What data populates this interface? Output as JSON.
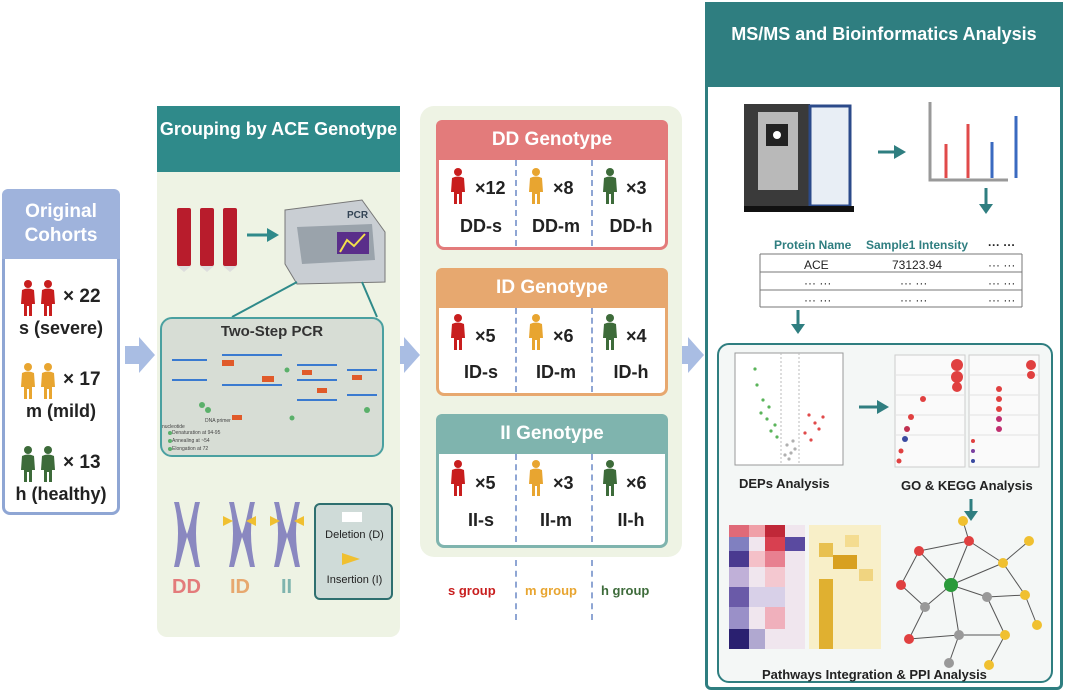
{
  "colors": {
    "teal": "#2f8a8a",
    "blue_light": "#9fb3dc",
    "dd": "#e37b7b",
    "id": "#e7a86f",
    "ii": "#7fb4ae",
    "severe": "#c81e1e",
    "mild": "#e8a530",
    "healthy": "#3d6b3a"
  },
  "cohorts": {
    "title": "Original Cohorts",
    "rows": [
      {
        "count": "× 22",
        "label": "s (severe)"
      },
      {
        "count": "× 17",
        "label": "m (mild)"
      },
      {
        "count": "× 13",
        "label": "h (healthy)"
      }
    ]
  },
  "grouping": {
    "title": "Grouping by ACE Genotype",
    "pcr_machine_label": "PCR",
    "two_step_title": "Two-Step PCR",
    "pcr_notes": [
      "Denaturation at 94-95",
      "Annealing at ~54",
      "Elongation at 72"
    ],
    "pcr_small_labels": [
      "DNA primer",
      "nucleotide"
    ],
    "chromosomes": [
      "DD",
      "ID",
      "II"
    ],
    "legend": {
      "deletion": "Deletion (D)",
      "insertion": "Insertion (I)"
    }
  },
  "genotypes": [
    {
      "title": "DD Genotype",
      "counts": [
        "×12",
        "×8",
        "×3"
      ],
      "labels": [
        "DD-s",
        "DD-m",
        "DD-h"
      ]
    },
    {
      "title": "ID Genotype",
      "counts": [
        "×5",
        "×6",
        "×4"
      ],
      "labels": [
        "ID-s",
        "ID-m",
        "ID-h"
      ]
    },
    {
      "title": "II Genotype",
      "counts": [
        "×5",
        "×3",
        "×6"
      ],
      "labels": [
        "II-s",
        "II-m",
        "II-h"
      ]
    }
  ],
  "groups_legend": [
    "s group",
    "m group",
    "h group"
  ],
  "ms": {
    "title": "MS/MS and Bioinformatics Analysis",
    "table": {
      "headers": [
        "Protein Name",
        "Sample1 Intensity",
        "··· ···"
      ],
      "rows": [
        [
          "ACE",
          "73123.94",
          "··· ···"
        ],
        [
          "··· ···",
          "··· ···",
          "··· ···"
        ],
        [
          "··· ···",
          "··· ···",
          "··· ···"
        ]
      ]
    },
    "deps_caption": "DEPs Analysis",
    "go_caption": "GO & KEGG Analysis",
    "ppi_caption": "Pathways Integration & PPI Analysis"
  }
}
